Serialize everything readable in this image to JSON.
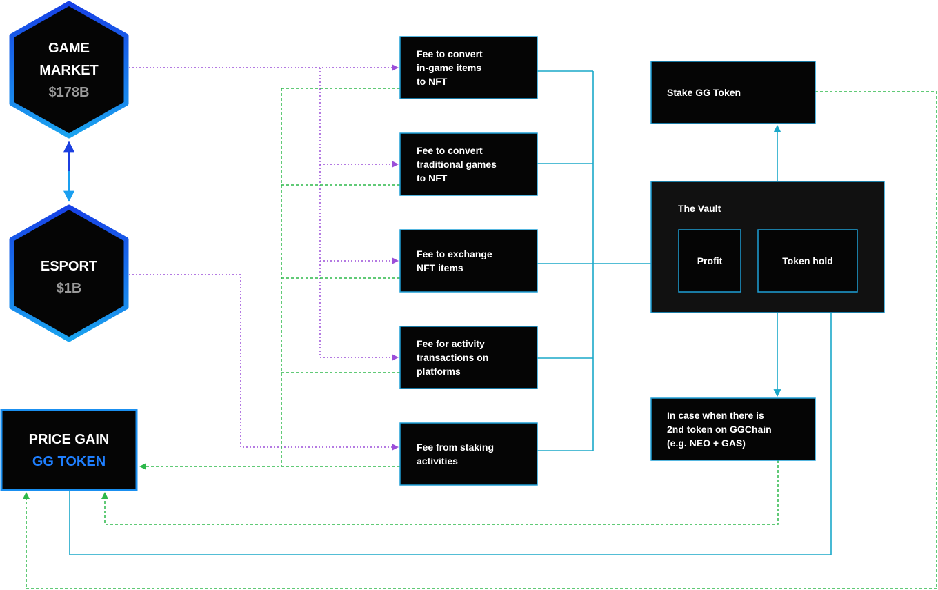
{
  "colors": {
    "node_fill": "#050505",
    "box_border": "#1e9fd6",
    "hex_border_top": "#1741e6",
    "hex_border_bottom": "#1aa3ef",
    "fee_arrow": "#9b4fd9",
    "return_arrow": "#2db84a",
    "flow_line": "#1aa8c9",
    "hex_connector": "#1b5ff0"
  },
  "nodes": {
    "game_market": {
      "line1": "GAME",
      "line2": "MARKET",
      "value": "$178B"
    },
    "esport": {
      "line1": "ESPORT",
      "value": "$1B"
    },
    "price_gain": {
      "line1": "PRICE GAIN",
      "line2": "GG TOKEN"
    }
  },
  "fees": [
    {
      "lines": [
        "Fee to convert",
        "in-game items",
        "to NFT"
      ]
    },
    {
      "lines": [
        "Fee to convert",
        "traditional games",
        "to NFT"
      ]
    },
    {
      "lines": [
        "Fee to exchange",
        "NFT items"
      ]
    },
    {
      "lines": [
        "Fee for activity",
        "transactions on",
        "platforms"
      ]
    },
    {
      "lines": [
        "Fee from staking",
        "activities"
      ]
    }
  ],
  "stake": {
    "label": "Stake GG Token"
  },
  "vault": {
    "title": "The Vault",
    "profit": "Profit",
    "token_hold": "Token hold"
  },
  "second_token": {
    "lines": [
      "In case when there is",
      "2nd token on GGChain",
      "(e.g. NEO + GAS)"
    ]
  }
}
